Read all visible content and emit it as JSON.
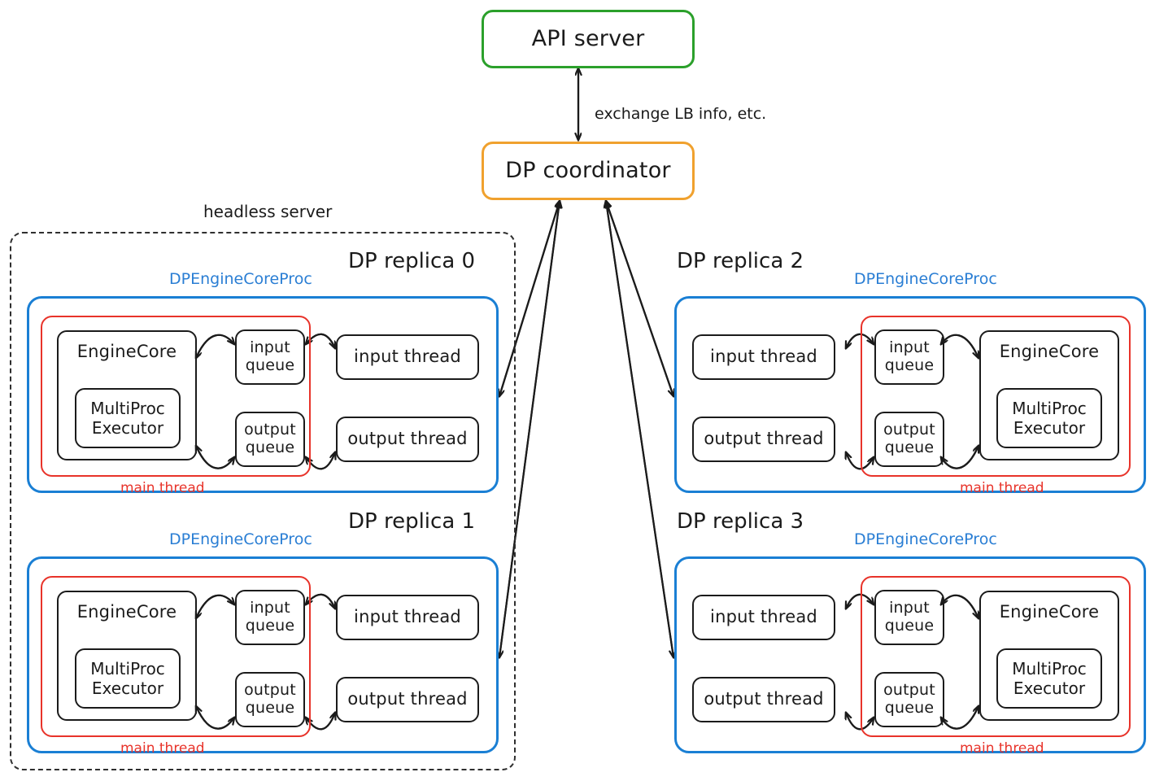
{
  "diagram": {
    "title_nodes": {
      "api_server": "API server",
      "dp_coordinator": "DP coordinator"
    },
    "edge_labels": {
      "coordinator_api": "exchange LB info, etc."
    },
    "groups": {
      "headless_server": "headless server"
    },
    "colors": {
      "api_server_border": "#2ba02b",
      "coordinator_border": "#f0a12e",
      "proc_border": "#1a7fd4",
      "proc_label": "#2a7ed4",
      "main_thread_border": "#e8332a",
      "main_thread_label": "#e8332a",
      "node_border": "#1b1b1b",
      "headless_border": "#2f2f2f",
      "background": "#ffffff"
    },
    "common_labels": {
      "proc": "DPEngineCoreProc",
      "main_thread": "main thread",
      "engine_core": "EngineCore",
      "multiproc_executor": "MultiProc\nExecutor",
      "multiproc_executor_line1": "MultiProc",
      "multiproc_executor_line2": "Executor",
      "input_queue_line1": "input",
      "input_queue_line2": "queue",
      "output_queue_line1": "output",
      "output_queue_line2": "queue",
      "input_thread": "input thread",
      "output_thread": "output thread"
    },
    "replicas": [
      {
        "id": 0,
        "title": "DP replica 0",
        "orientation": "engine-left",
        "inside_headless": true
      },
      {
        "id": 1,
        "title": "DP replica 1",
        "orientation": "engine-left",
        "inside_headless": true
      },
      {
        "id": 2,
        "title": "DP replica 2",
        "orientation": "engine-right",
        "inside_headless": false
      },
      {
        "id": 3,
        "title": "DP replica 3",
        "orientation": "engine-right",
        "inside_headless": false
      }
    ]
  }
}
